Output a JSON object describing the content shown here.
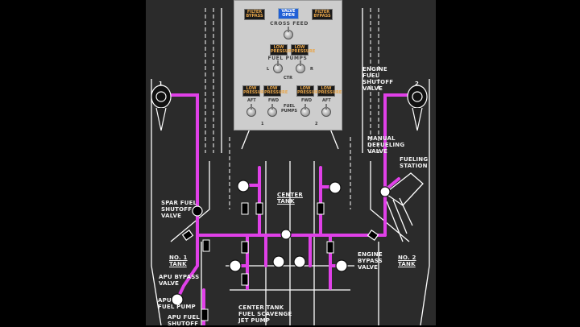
{
  "labels": {
    "engine_fuel_shutoff_valve": "ENGINE\nFUEL\nSHUTOFF\nVALVE",
    "manual_defueling_valve": "MANUAL\nDEFUELING\nVALVE",
    "fueling_station": "FUELING\nSTATION",
    "center_tank": "CENTER\nTANK",
    "spar_fuel_shutoff_valve": "SPAR FUEL\nSHUTOFF\nVALVE",
    "no1_tank": "NO. 1\nTANK",
    "no2_tank": "NO. 2\nTANK",
    "engine_bypass_valve": "ENGINE\nBYPASS\nVALVE",
    "apu_bypass_valve": "APU BYPASS\nVALVE",
    "apu_fuel_pump": "APU\nFUEL PUMP",
    "apu_fuel_shutoff": "APU FUEL\nSHUTOFF",
    "center_tank_scavenge": "CENTER TANK\nFUEL SCAVENGE\nJET PUMP",
    "engine_1": "1",
    "engine_2": "2"
  },
  "panel": {
    "filter_bypass_left": "FILTER\nBYPASS",
    "valve_open": "VALVE\nOPEN",
    "filter_bypass_right": "FILTER\nBYPASS",
    "crossfeed": "CROSS     FEED",
    "low_pressure": "LOW\nPRESSURE",
    "fuel_pumps": "FUEL PUMPS",
    "ctr": "CTR",
    "left": "L",
    "right": "R",
    "aft": "AFT",
    "fwd": "FWD",
    "fuel_pumps_bottom": "FUEL\nPUMPS",
    "num1": "1",
    "num2": "2"
  },
  "colors": {
    "fuel_line": "#e040e8",
    "line": "#ffffff",
    "panel": "#cdcdcd",
    "valve_open": "#1f5fd6"
  }
}
